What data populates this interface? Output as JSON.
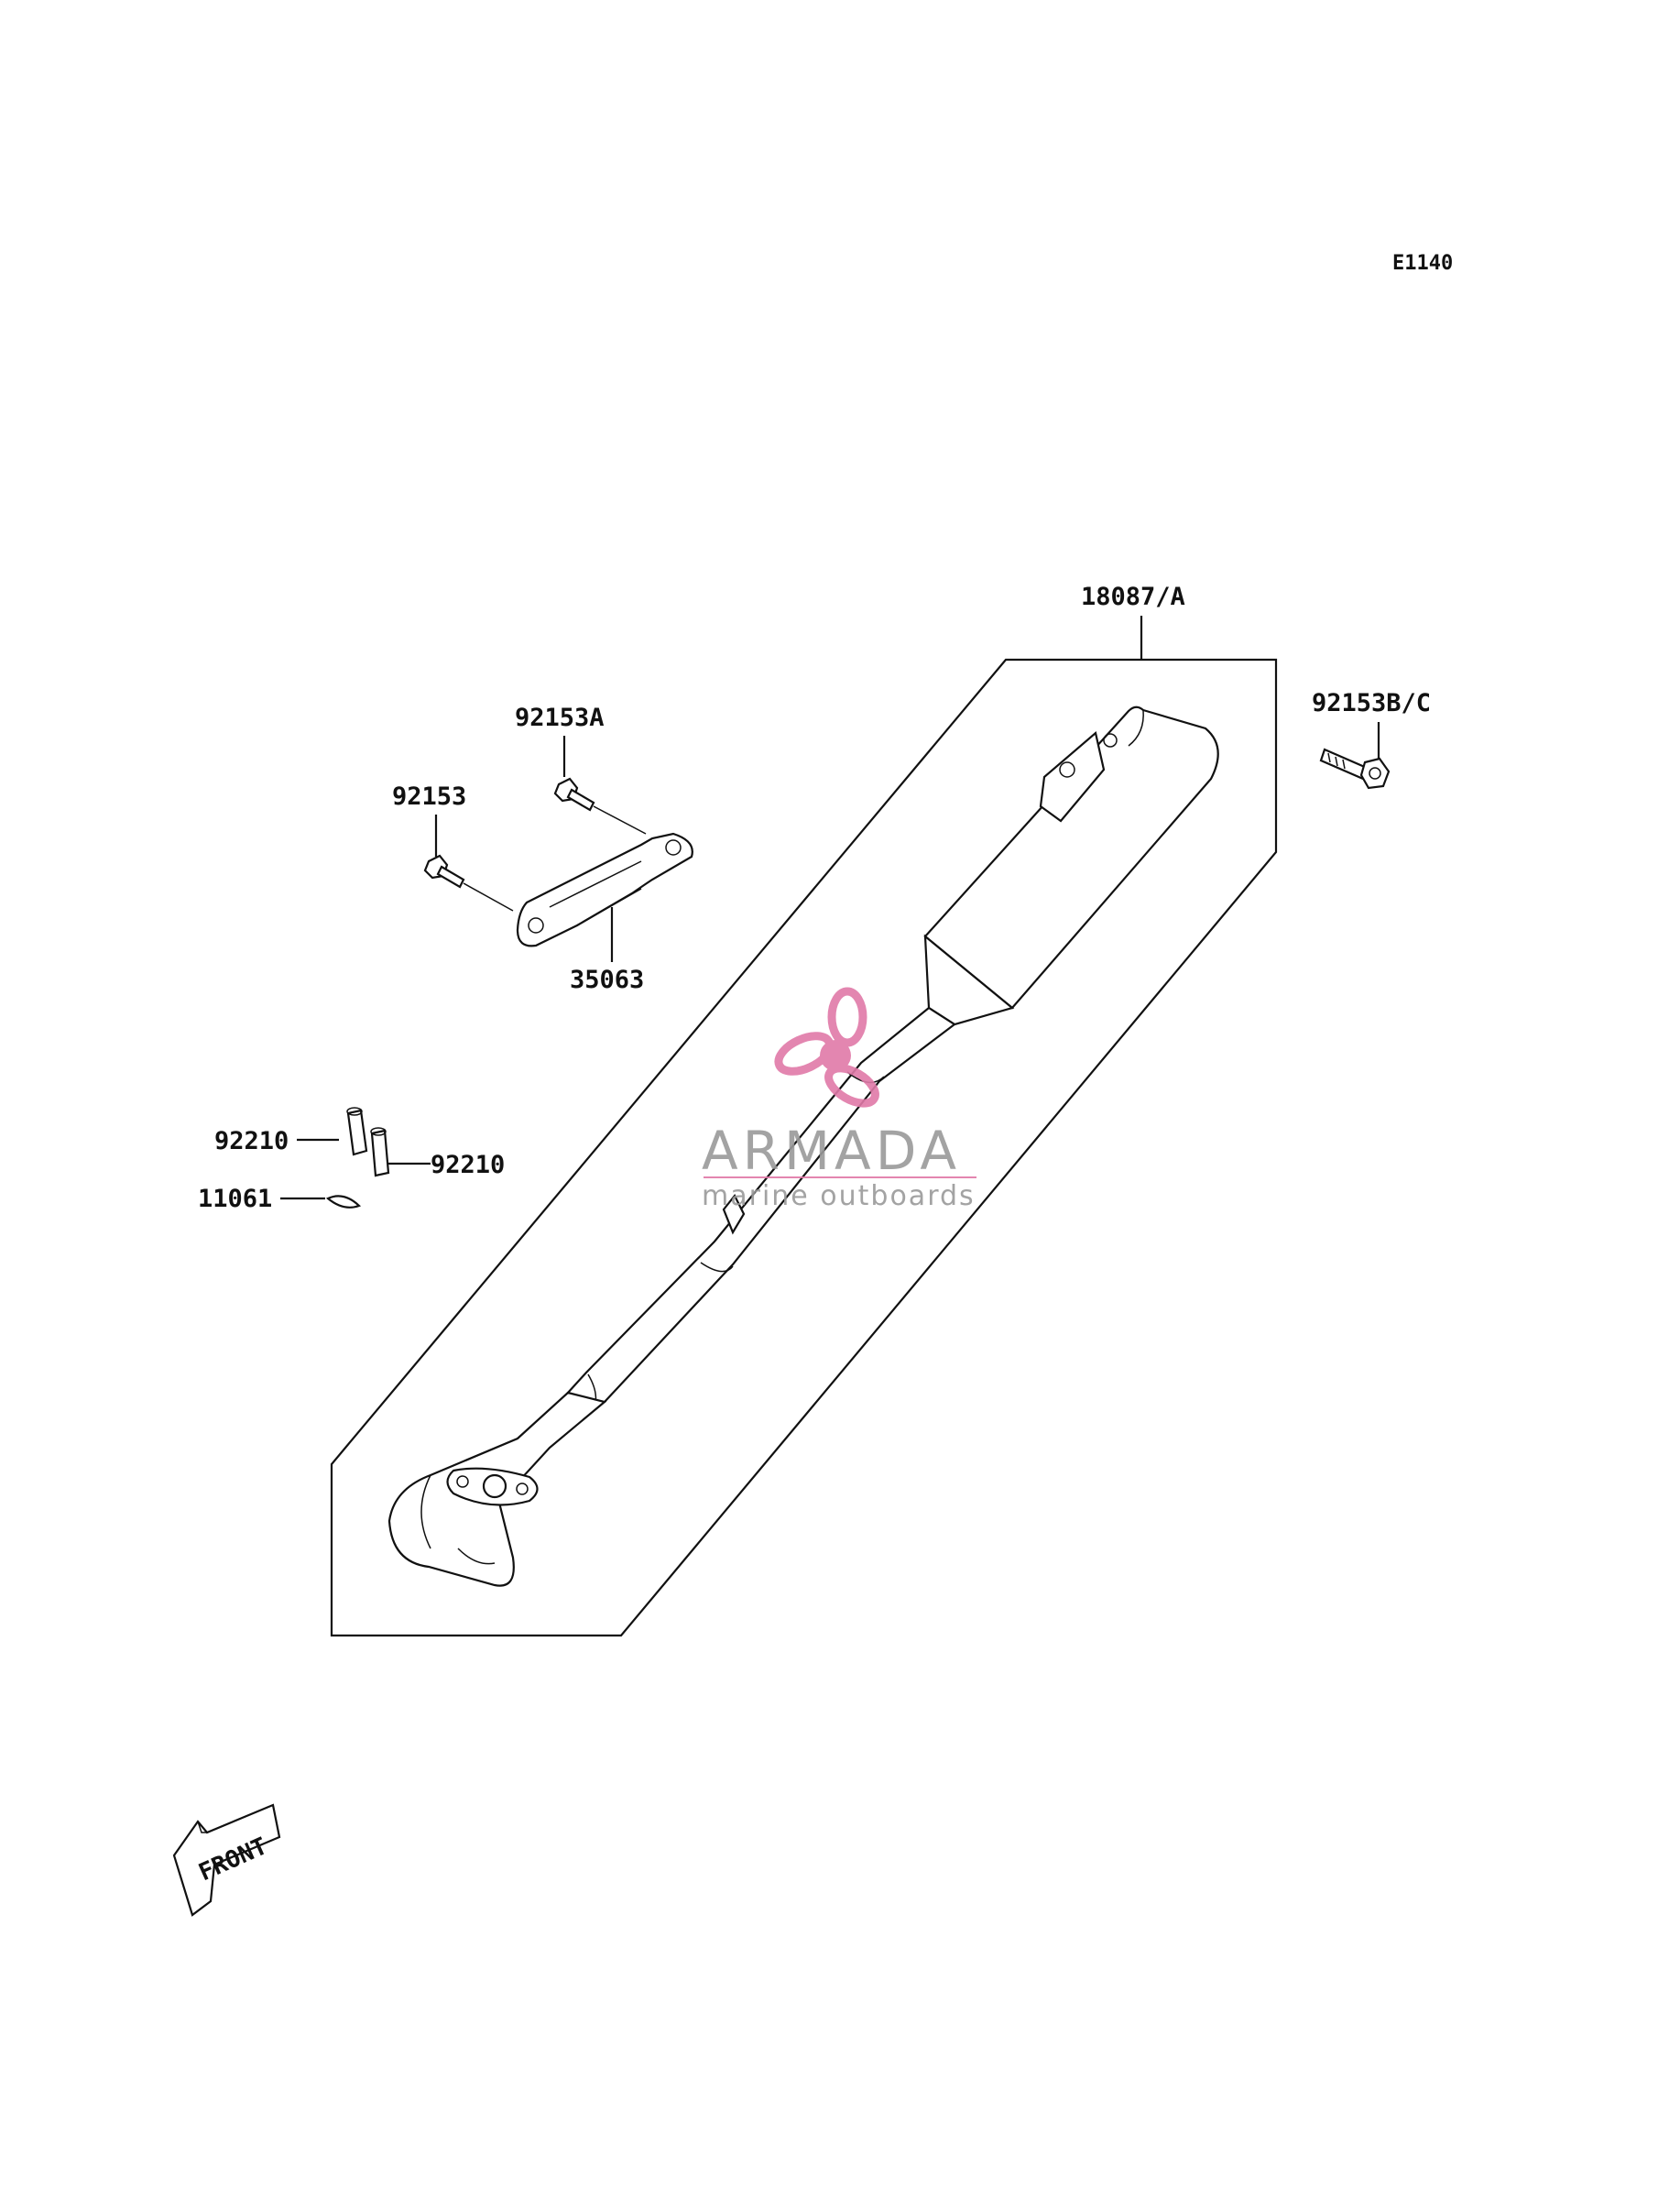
{
  "diagram_code": "E1140",
  "labels": {
    "muffler_assembly": "18087/A",
    "bolt_bc": "92153B/C",
    "bolt_a": "92153A",
    "bolt": "92153",
    "bracket": "35063",
    "collar_upper": "92210",
    "collar_lower": "92210",
    "gasket": "11061"
  },
  "front_arrow": "FRONT",
  "watermark": {
    "title": "ARMADA",
    "subtitle": "marine outboards",
    "color": "#e07aa8"
  }
}
